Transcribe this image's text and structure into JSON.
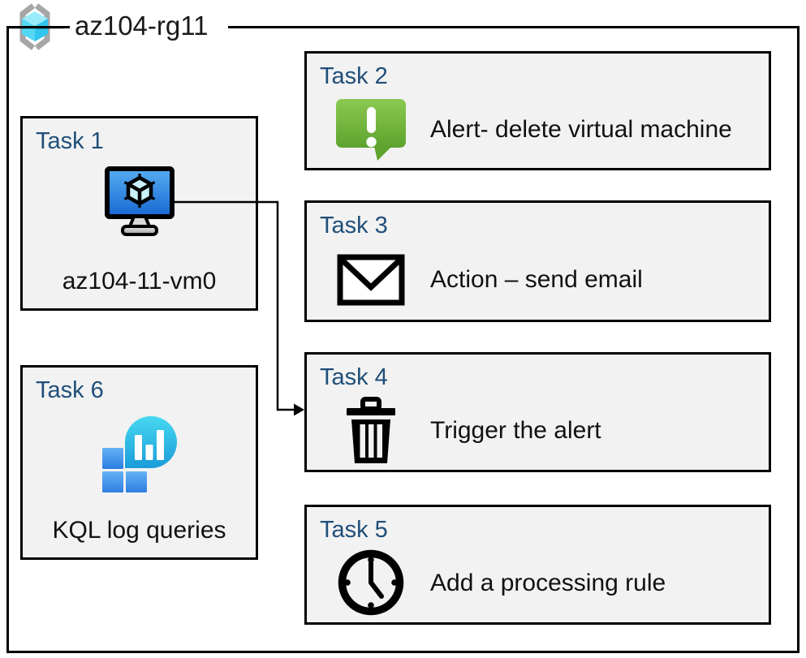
{
  "header": {
    "title": "az104-rg11",
    "icon": "resource-group-icon"
  },
  "tasks": [
    {
      "heading": "Task 1",
      "label": "az104-11-vm0",
      "icon": "virtual-machine-icon"
    },
    {
      "heading": "Task 2",
      "label": "Alert- delete virtual machine",
      "icon": "alert-icon"
    },
    {
      "heading": "Task 3",
      "label": "Action – send email",
      "icon": "email-icon"
    },
    {
      "heading": "Task 4",
      "label": "Trigger the alert",
      "icon": "trash-icon"
    },
    {
      "heading": "Task 5",
      "label": "Add a processing rule",
      "icon": "clock-icon"
    },
    {
      "heading": "Task 6",
      "label": "KQL log queries",
      "icon": "log-analytics-icon"
    }
  ],
  "connector": {
    "from": "Task 1 virtual machine",
    "to": "Task 4"
  },
  "colors": {
    "heading_blue": "#1f4e79",
    "box_fill": "#f2f2f2",
    "border_black": "#000000",
    "alert_green": "#6cb33f",
    "vm_screen_blue": "#2e82e0",
    "log_cyan": "#29c3e8",
    "log_square_blue": "#3f8ee8",
    "rg_cube_cyan": "#50dcf6",
    "rg_bracket_gray": "#a6a6a6"
  }
}
